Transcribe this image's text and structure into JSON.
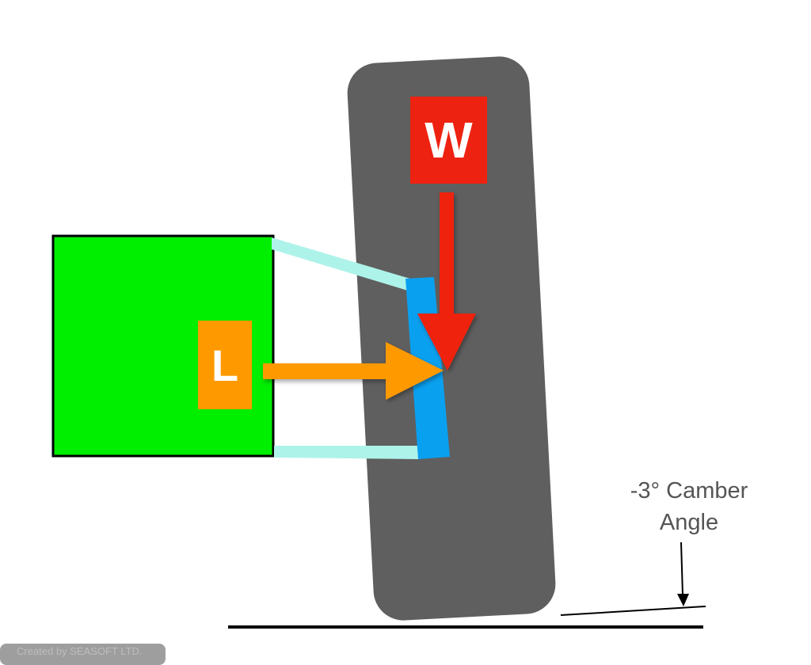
{
  "labels": {
    "weight": "W",
    "lateral": "L",
    "camber_line1": "-3° Camber",
    "camber_line2": "Angle"
  },
  "camber_angle_deg": -3,
  "footer": {
    "credit": "Created by SEASOFT LTD."
  },
  "colors": {
    "tire": "#5f5f5f",
    "body": "#00ee00",
    "weight": "#ee2211",
    "lateral": "#ff9900",
    "contact_patch": "#0aa0f0",
    "links": "#aef3ea"
  }
}
